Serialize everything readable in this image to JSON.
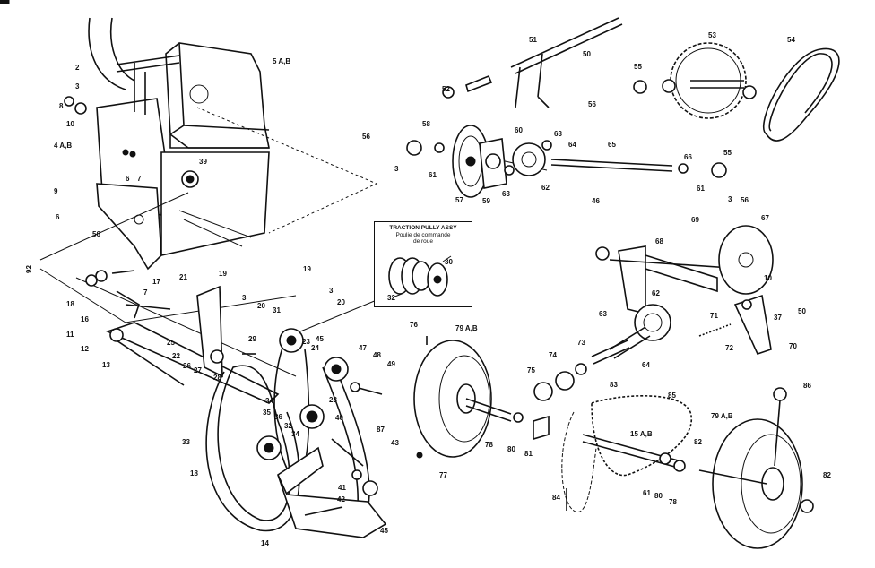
{
  "inset": {
    "title": "TRACTION PULLY ASSY",
    "subtitle_fr_1": "Poulie de commande",
    "subtitle_fr_2": "de roue",
    "callouts": [
      "30",
      "32"
    ]
  },
  "callouts": [
    "2",
    "3",
    "5 A,B",
    "8",
    "10",
    "4 A,B",
    "6",
    "7",
    "9",
    "6",
    "39",
    "56",
    "92",
    "18",
    "16",
    "11",
    "12",
    "13",
    "17",
    "7",
    "21",
    "19",
    "19",
    "3",
    "20",
    "3",
    "20",
    "31",
    "25",
    "22",
    "26",
    "27",
    "28",
    "29",
    "23",
    "24",
    "34",
    "35",
    "36",
    "32",
    "34",
    "33",
    "18",
    "14",
    "23",
    "45",
    "47",
    "48",
    "49",
    "40",
    "87",
    "41",
    "42",
    "43",
    "45",
    "51",
    "50",
    "52",
    "53",
    "54",
    "55",
    "56",
    "58",
    "57",
    "60",
    "61",
    "59",
    "63",
    "64",
    "65",
    "62",
    "63",
    "66",
    "55",
    "61",
    "3",
    "56",
    "46",
    "69",
    "67",
    "68",
    "10",
    "70",
    "50",
    "37",
    "71",
    "72",
    "62",
    "63",
    "73",
    "74",
    "75",
    "64",
    "76",
    "79 A,B",
    "77",
    "78",
    "80",
    "81",
    "83",
    "85",
    "15 A,B",
    "82",
    "84",
    "61",
    "80",
    "78",
    "79 A,B",
    "86",
    "82",
    "3",
    "56"
  ],
  "colors": {
    "ink": "#111111",
    "paper": "#ffffff"
  }
}
